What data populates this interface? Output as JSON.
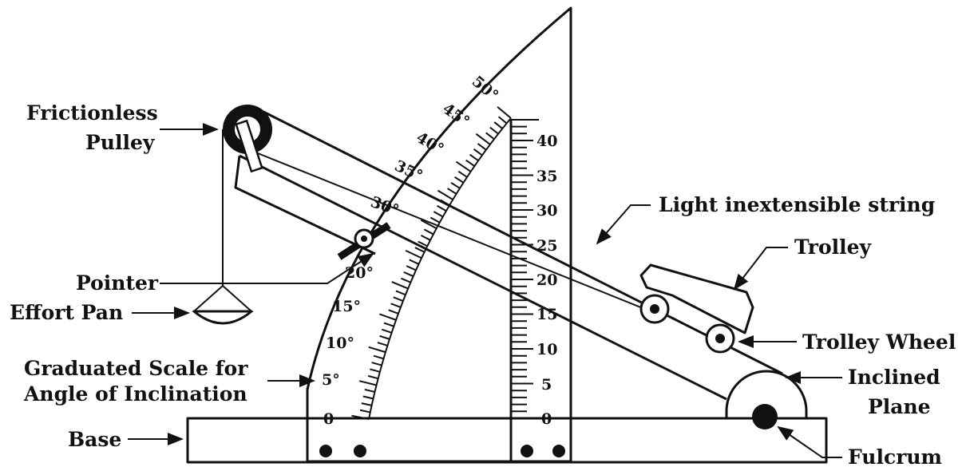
{
  "labels": {
    "frictionless_pulley_1": "Frictionless",
    "frictionless_pulley_2": "Pulley",
    "pointer": "Pointer",
    "effort_pan": "Effort Pan",
    "graduated_scale_1": "Graduated Scale for",
    "graduated_scale_2": "Angle of Inclination",
    "base": "Base",
    "light_string": "Light inextensible string",
    "trolley": "Trolley",
    "trolley_wheel": "Trolley Wheel",
    "inclined_plane_1": "Inclined",
    "inclined_plane_2": "Plane",
    "fulcrum": "Fulcrum"
  },
  "angle_scale": [
    "0",
    "5°",
    "10°",
    "15°",
    "20°",
    "30°",
    "35°",
    "40°",
    "45°",
    "50°"
  ],
  "linear_scale": [
    "0",
    "5",
    "10",
    "15",
    "20",
    "25",
    "30",
    "35",
    "40"
  ],
  "colors": {
    "ink": "#111111",
    "background": "#ffffff"
  }
}
